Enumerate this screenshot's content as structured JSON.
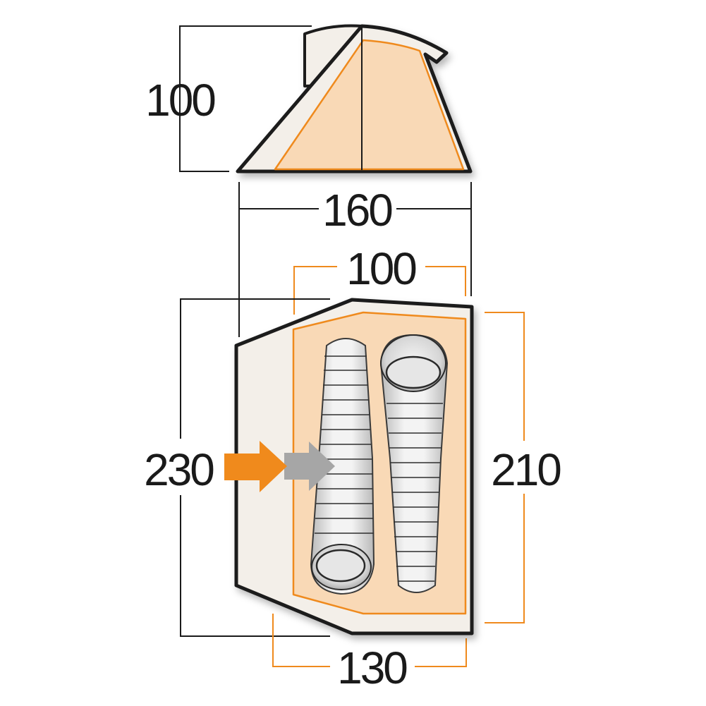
{
  "dimensions": {
    "height": "100",
    "outer_width": "160",
    "inner_width": "100",
    "outer_length": "230",
    "inner_length": "210",
    "inner_width_front": "130"
  },
  "colors": {
    "outline": "#1a1a1a",
    "flysheet": "#f3efe9",
    "inner_fill": "#f9d9b6",
    "inner_line": "#ef8a1d",
    "bag_gray": "#bcbcbc",
    "bag_light": "#f2f2f2",
    "door_arrow_orange": "#f08a1c",
    "door_arrow_gray": "#a6a6a6"
  }
}
